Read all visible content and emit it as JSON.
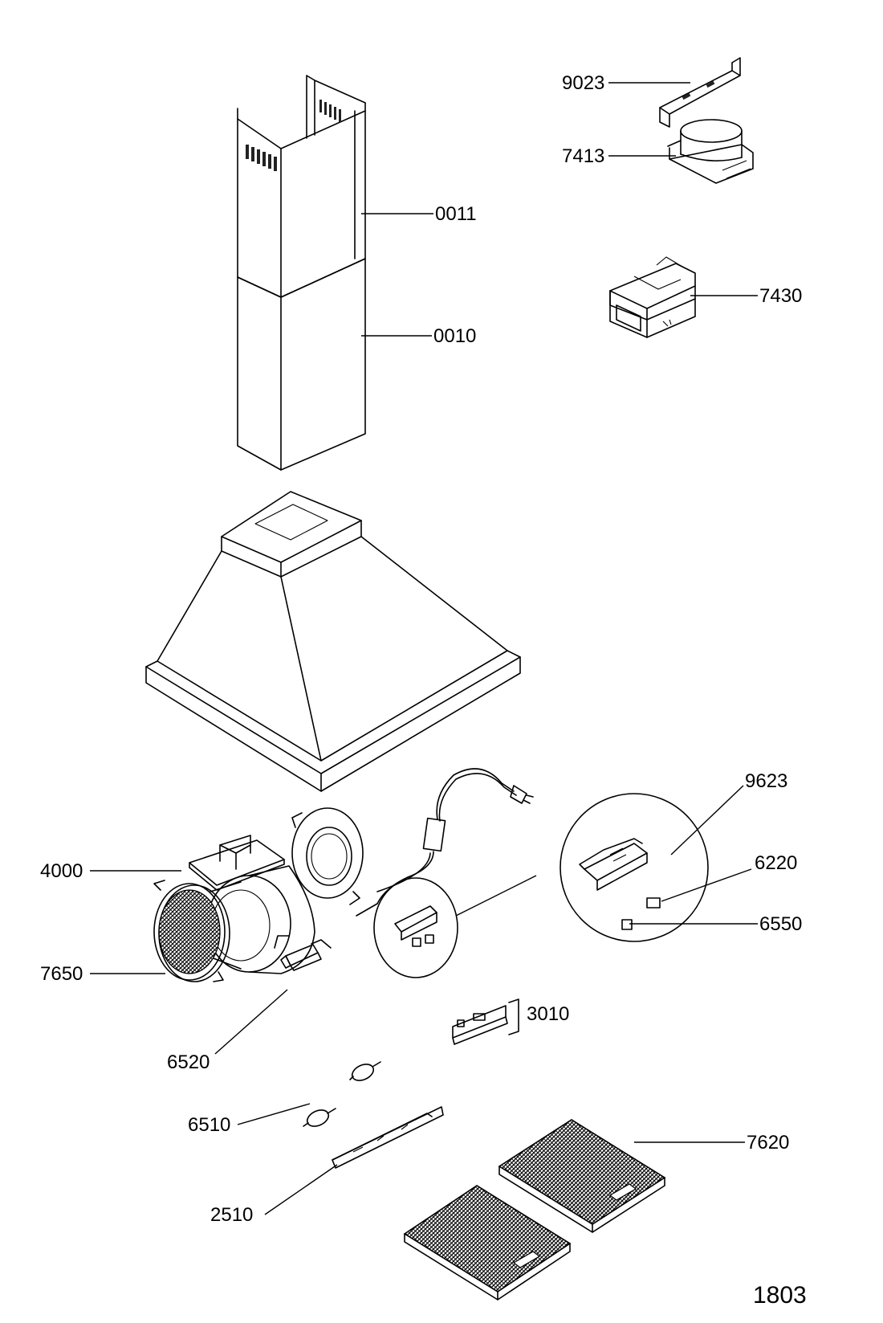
{
  "diagram": {
    "page_number": "1803",
    "callouts": [
      {
        "id": "9023",
        "text": "9023"
      },
      {
        "id": "7413",
        "text": "7413"
      },
      {
        "id": "0011",
        "text": "0011"
      },
      {
        "id": "7430",
        "text": "7430"
      },
      {
        "id": "0010",
        "text": "0010"
      },
      {
        "id": "9623",
        "text": "9623"
      },
      {
        "id": "6220",
        "text": "6220"
      },
      {
        "id": "4000",
        "text": "4000"
      },
      {
        "id": "6550",
        "text": "6550"
      },
      {
        "id": "7650",
        "text": "7650"
      },
      {
        "id": "3010",
        "text": "3010"
      },
      {
        "id": "6520",
        "text": "6520"
      },
      {
        "id": "6510",
        "text": "6510"
      },
      {
        "id": "7620",
        "text": "7620"
      },
      {
        "id": "2510",
        "text": "2510"
      }
    ]
  }
}
